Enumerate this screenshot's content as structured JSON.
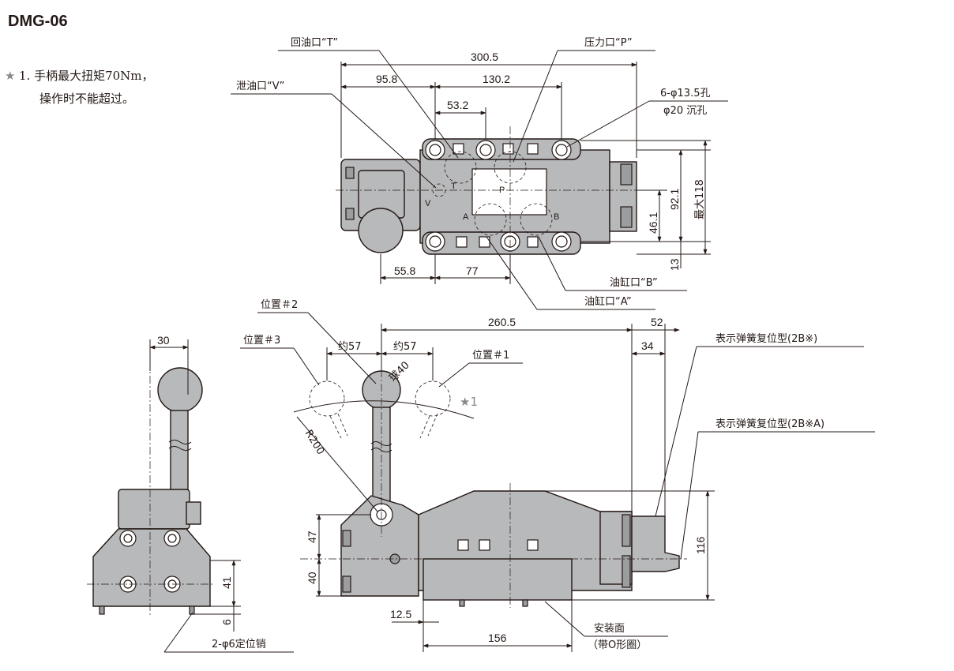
{
  "title": "DMG-06",
  "note": {
    "star": "★",
    "line1": "1. 手柄最大扭矩70Nm，",
    "line2": "操作时不能超过。"
  },
  "top_view": {
    "labels": {
      "return_port": "回油口“T”",
      "pressure_port": "压力口“P”",
      "drain_port": "泄油口“V”",
      "holes_1": "6-φ13.5孔",
      "holes_2": "φ20 沉孔",
      "cyl_b": "油缸口“B”",
      "cyl_a": "油缸口“A”"
    },
    "dims": {
      "overall": "300.5",
      "d1": "95.8",
      "d2": "130.2",
      "d3": "53.2",
      "d4": "55.8",
      "d5": "77",
      "h1": "92.1",
      "h2": "46.1",
      "h3": "最大118",
      "h4": "13"
    },
    "port_letters": {
      "T": "T",
      "P": "P",
      "V": "V",
      "A": "A",
      "B": "B"
    }
  },
  "side_view": {
    "dims": {
      "width": "30",
      "h41": "41",
      "h6": "6"
    },
    "pin_label": "2-φ6定位销"
  },
  "front_view": {
    "labels": {
      "pos2": "位置＃2",
      "pos3": "位置＃3",
      "pos1": "位置＃1",
      "about57a": "约57",
      "about57b": "约57",
      "ball": "球40",
      "radius": "R200",
      "star_ref": "★1",
      "spring1": "表示弹簧复位型(2B※)",
      "spring2": "表示弹簧复位型(2B※A)",
      "mount_1": "安装面",
      "mount_2": "（带O形圈）"
    },
    "dims": {
      "d260": "260.5",
      "d52": "52",
      "d34": "34",
      "h47": "47",
      "h40": "40",
      "h116": "116",
      "d125": "12.5",
      "d156": "156"
    }
  },
  "colors": {
    "body_fill": "#b8b9bb",
    "line": "#231815",
    "star": "#888888"
  }
}
